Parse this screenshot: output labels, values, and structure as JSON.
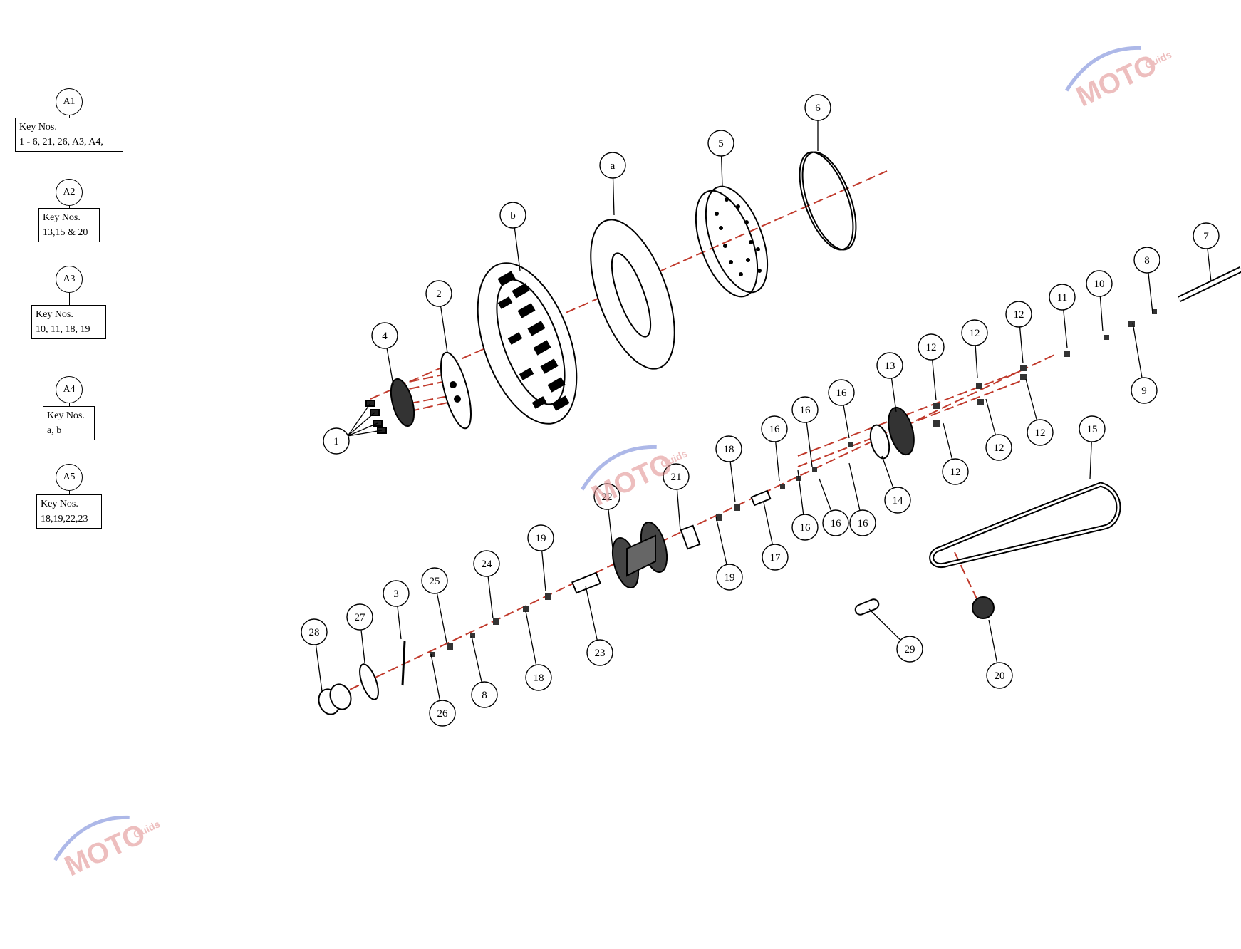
{
  "assemblies": [
    {
      "id": "A1",
      "title": "Key Nos.",
      "keys": "1 - 6, 21, 26, A3, A4,"
    },
    {
      "id": "A2",
      "title": "Key Nos.",
      "keys": "13,15 & 20"
    },
    {
      "id": "A3",
      "title": "Key Nos.",
      "keys": "10, 11, 18, 19"
    },
    {
      "id": "A4",
      "title": "Key Nos.",
      "keys": "a, b"
    },
    {
      "id": "A5",
      "title": "Key Nos.",
      "keys": "18,19,22,23"
    }
  ],
  "callouts": [
    {
      "label": "6"
    },
    {
      "label": "5"
    },
    {
      "label": "a"
    },
    {
      "label": "b"
    },
    {
      "label": "2"
    },
    {
      "label": "4"
    },
    {
      "label": "1"
    },
    {
      "label": "7"
    },
    {
      "label": "8"
    },
    {
      "label": "10"
    },
    {
      "label": "11"
    },
    {
      "label": "9"
    },
    {
      "label": "12"
    },
    {
      "label": "12"
    },
    {
      "label": "12"
    },
    {
      "label": "12"
    },
    {
      "label": "12"
    },
    {
      "label": "12"
    },
    {
      "label": "13"
    },
    {
      "label": "14"
    },
    {
      "label": "16"
    },
    {
      "label": "16"
    },
    {
      "label": "16"
    },
    {
      "label": "16"
    },
    {
      "label": "16"
    },
    {
      "label": "16"
    },
    {
      "label": "17"
    },
    {
      "label": "18"
    },
    {
      "label": "19"
    },
    {
      "label": "21"
    },
    {
      "label": "22"
    },
    {
      "label": "15"
    },
    {
      "label": "19"
    },
    {
      "label": "24"
    },
    {
      "label": "23"
    },
    {
      "label": "18"
    },
    {
      "label": "25"
    },
    {
      "label": "3"
    },
    {
      "label": "27"
    },
    {
      "label": "28"
    },
    {
      "label": "26"
    },
    {
      "label": "8"
    },
    {
      "label": "29"
    },
    {
      "label": "20"
    }
  ],
  "watermark": {
    "brand": "MOTO",
    "sub": "Guids"
  },
  "colors": {
    "axis": "#c0392b",
    "ink": "#000000",
    "wm_blue": "#6b7fd6",
    "wm_red": "#e08a8a"
  }
}
